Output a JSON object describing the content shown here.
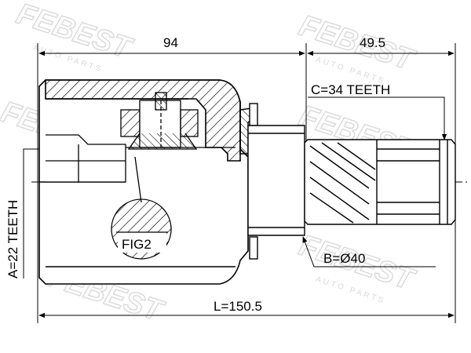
{
  "diagram": {
    "watermark": {
      "brand": "FEBEST",
      "tagline": "AUTO PARTS"
    },
    "dimensions": {
      "length_top_left": "94",
      "length_top_right": "49.5",
      "outer_teeth": "C=34 TEETH",
      "inner_teeth": "A=22 TEETH",
      "seal_diameter": "B=Ø40",
      "total_length": "L=150.5"
    },
    "detail_label": "FIG2"
  },
  "colors": {
    "line": "#000000",
    "watermark": "#d9d9d9",
    "background": "#ffffff"
  }
}
